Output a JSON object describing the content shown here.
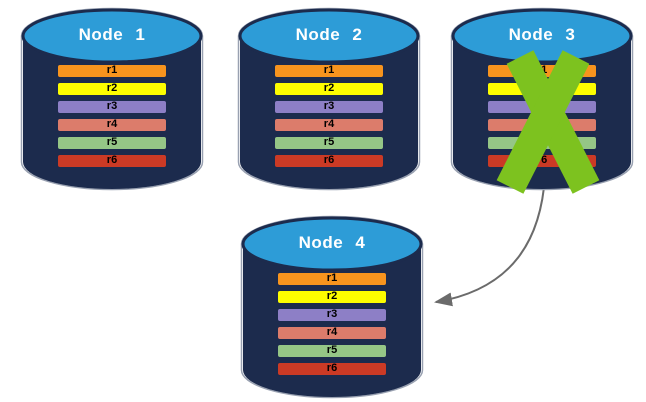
{
  "diagram": {
    "description": "Database replication diagram: four database nodes each holding replicas r1-r6; Node 3 is crossed out (failed) and an arrow points from Node 3 to Node 4",
    "nodes": [
      {
        "id": "node-1",
        "label": "Node 1",
        "failed": false
      },
      {
        "id": "node-2",
        "label": "Node 2",
        "failed": false
      },
      {
        "id": "node-3",
        "label": "Node 3",
        "failed": true
      },
      {
        "id": "node-4",
        "label": "Node 4",
        "failed": false
      }
    ],
    "replicas": [
      "r1",
      "r2",
      "r3",
      "r4",
      "r5",
      "r6"
    ],
    "replica_colors": {
      "r1": "#F7941E",
      "r2": "#FDFD00",
      "r3": "#8D7FC6",
      "r4": "#DC7C6B",
      "r5": "#95C686",
      "r6": "#CB3A25"
    },
    "arrow": {
      "from": "Node 3",
      "to": "Node 4"
    },
    "colors": {
      "cylinder_body": "#1C2B4D",
      "cylinder_top": "#2D9CD7",
      "node_label_text": "#FFFFFF",
      "bar_label_text": "#000000",
      "failure_x": "#7DC21F",
      "arrow": "#6B6B6B"
    }
  }
}
